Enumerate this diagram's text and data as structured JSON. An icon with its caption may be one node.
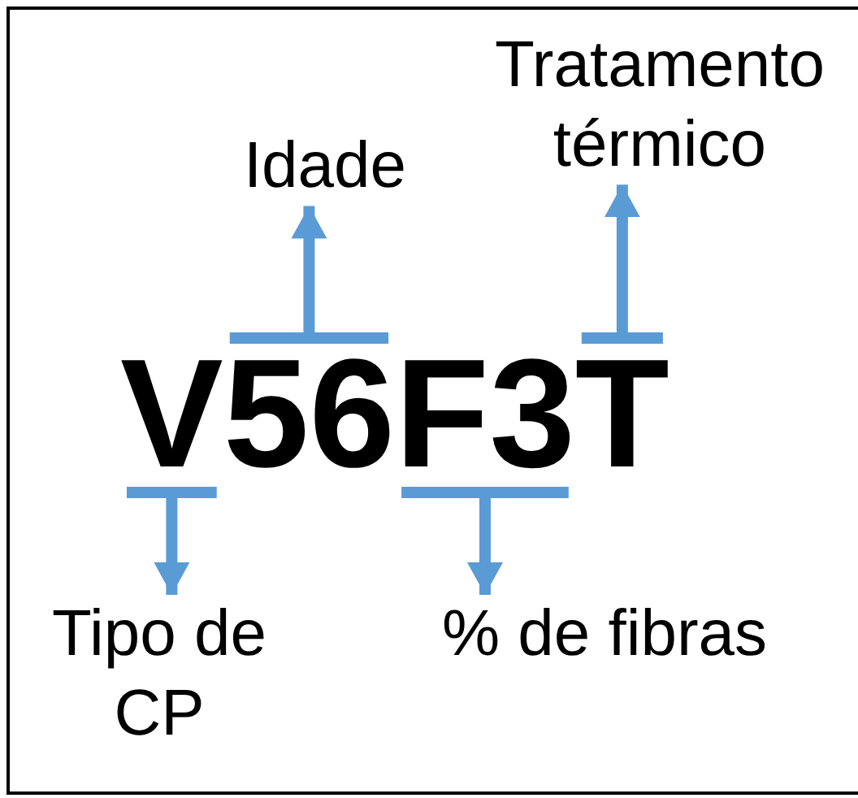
{
  "diagram": {
    "nodes": [
      {
        "text": [
          "Tratamento térmico"
        ]
      },
      {
        "text": [
          "Idade"
        ]
      },
      {
        "text": [
          "V"
        ]
      },
      {
        "text": [
          "56"
        ]
      },
      {
        "text": [
          "F3"
        ]
      },
      {
        "text": [
          "T"
        ]
      },
      {
        "text": [
          "Tipo de CP"
        ]
      },
      {
        "text": [
          "% de fibras"
        ]
      }
    ],
    "edges": [
      {
        "from": 3,
        "to": 1,
        "arrow": "to"
      },
      {
        "from": 5,
        "to": 0,
        "arrow": "to"
      },
      {
        "from": 2,
        "to": 6,
        "arrow": "to"
      },
      {
        "from": 4,
        "to": 7,
        "arrow": "to"
      }
    ]
  }
}
